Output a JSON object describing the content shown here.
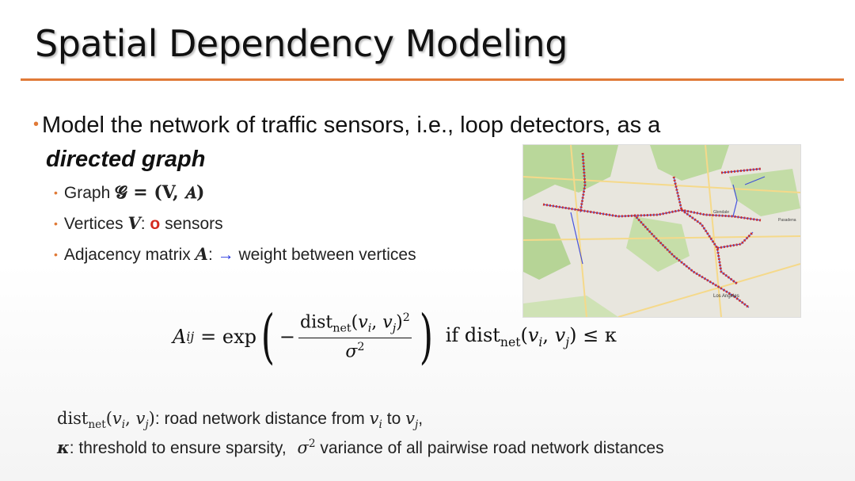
{
  "slide": {
    "title": "Spatial Dependency Modeling",
    "bullet": {
      "text": "Model the network of traffic sensors, i.e., loop detectors, as a",
      "emphasis": "directed graph"
    },
    "sub_bullets": {
      "graph": {
        "label": "Graph",
        "math": "𝓖 = (V, 𝑨)"
      },
      "vertices": {
        "label": "Vertices",
        "symbol": "V",
        "marker": "o",
        "suffix": "sensors"
      },
      "adjacency": {
        "label": "Adjacency matrix",
        "symbol": "A",
        "arrow": "→",
        "suffix": "weight between vertices"
      }
    },
    "formula": {
      "lhs": "A",
      "lhs_sub": "ij",
      "eq": "= exp",
      "minus": "−",
      "numerator": "dist",
      "numerator_sub": "net",
      "args": "(v",
      "den": "σ",
      "den_sup": "2",
      "condition": "if dist",
      "condition_sub": "net",
      "leq": "≤ κ"
    },
    "notes": {
      "line1_tail": ": road network distance from",
      "line1_to": "to",
      "line2_kappa": "κ",
      "line2_text": ": threshold to ensure sparsity,",
      "line2_sigma": "σ",
      "line2_tail": "variance of all pairwise road network distances"
    },
    "map": {
      "labels": [
        "Glendale",
        "Pasadena",
        "Los Angeles"
      ]
    },
    "colors": {
      "accent": "#e07a37",
      "sensor": "#d42a1f",
      "edge": "#2a3ae0"
    }
  }
}
